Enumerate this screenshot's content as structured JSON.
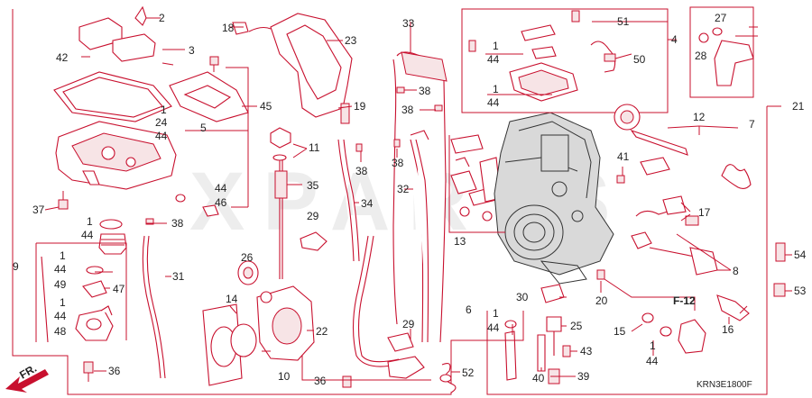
{
  "diagram": {
    "watermark": "XPARTS",
    "frame_code": "KRN3E1800F",
    "ref_label": "F-12",
    "front_label": "FR.",
    "labels": {
      "l1a": "1",
      "l24": "24",
      "l44a": "44",
      "l1b": "1",
      "l44b": "44",
      "l1c": "1",
      "l44c": "44",
      "l49": "49",
      "l1d": "1",
      "l44d": "44",
      "l48": "48",
      "l1e": "1",
      "l44e": "44",
      "l1f": "1",
      "l44f": "44",
      "l1g": "1",
      "l44g": "44",
      "l1h": "1",
      "l44h": "44",
      "l2": "2",
      "l3": "3",
      "l4": "4",
      "l5": "5",
      "l6": "6",
      "l7": "7",
      "l8": "8",
      "l9": "9",
      "l10": "10",
      "l11": "11",
      "l12": "12",
      "l13": "13",
      "l14": "14",
      "l15": "15",
      "l16": "16",
      "l17": "17",
      "l18": "18",
      "l19": "19",
      "l20": "20",
      "l21": "21",
      "l22": "22",
      "l23": "23",
      "l25": "25",
      "l26": "26",
      "l27": "27",
      "l28": "28",
      "l29a": "29",
      "l29b": "29",
      "l30": "30",
      "l31": "31",
      "l32": "32",
      "l33": "33",
      "l34": "34",
      "l35": "35",
      "l36a": "36",
      "l36b": "36",
      "l37": "37",
      "l38a": "38",
      "l38b": "38",
      "l38c": "38",
      "l38d": "38",
      "l38e": "38",
      "l39": "39",
      "l40": "40",
      "l41": "41",
      "l42": "42",
      "l43": "43",
      "l44x": "44",
      "l46": "46",
      "l45": "45",
      "l47": "47",
      "l50": "50",
      "l51": "51",
      "l52": "52",
      "l53": "53",
      "l54": "54"
    },
    "colors": {
      "leader": "#c8102e",
      "text": "#222222",
      "watermark": "#e9e9e9"
    }
  }
}
